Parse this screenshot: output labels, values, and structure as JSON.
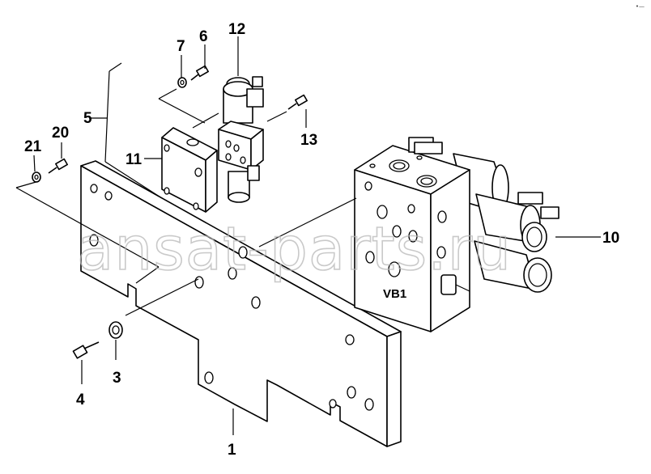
{
  "callouts": [
    "1",
    "3",
    "4",
    "5",
    "6",
    "7",
    "10",
    "11",
    "12",
    "13",
    "20",
    "21"
  ],
  "block_label": "VB1",
  "watermark": "ansat-parts.ru",
  "corner_mark": "•—"
}
